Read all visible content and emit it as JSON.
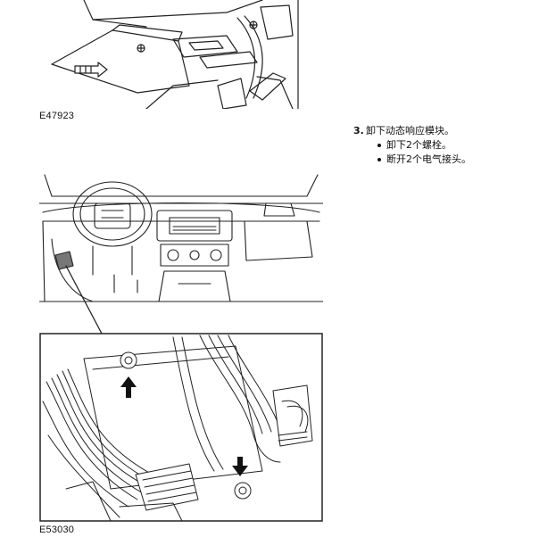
{
  "figures": [
    {
      "label": "E47923",
      "alt": "glovebox-area-illustration"
    },
    {
      "label": "E53030",
      "alt": "dashboard-module-illustration"
    }
  ],
  "step": {
    "number": "3.",
    "title": "卸下动态响应模块。",
    "bullets": [
      "卸下2个螺栓。",
      "断开2个电气接头。"
    ]
  }
}
